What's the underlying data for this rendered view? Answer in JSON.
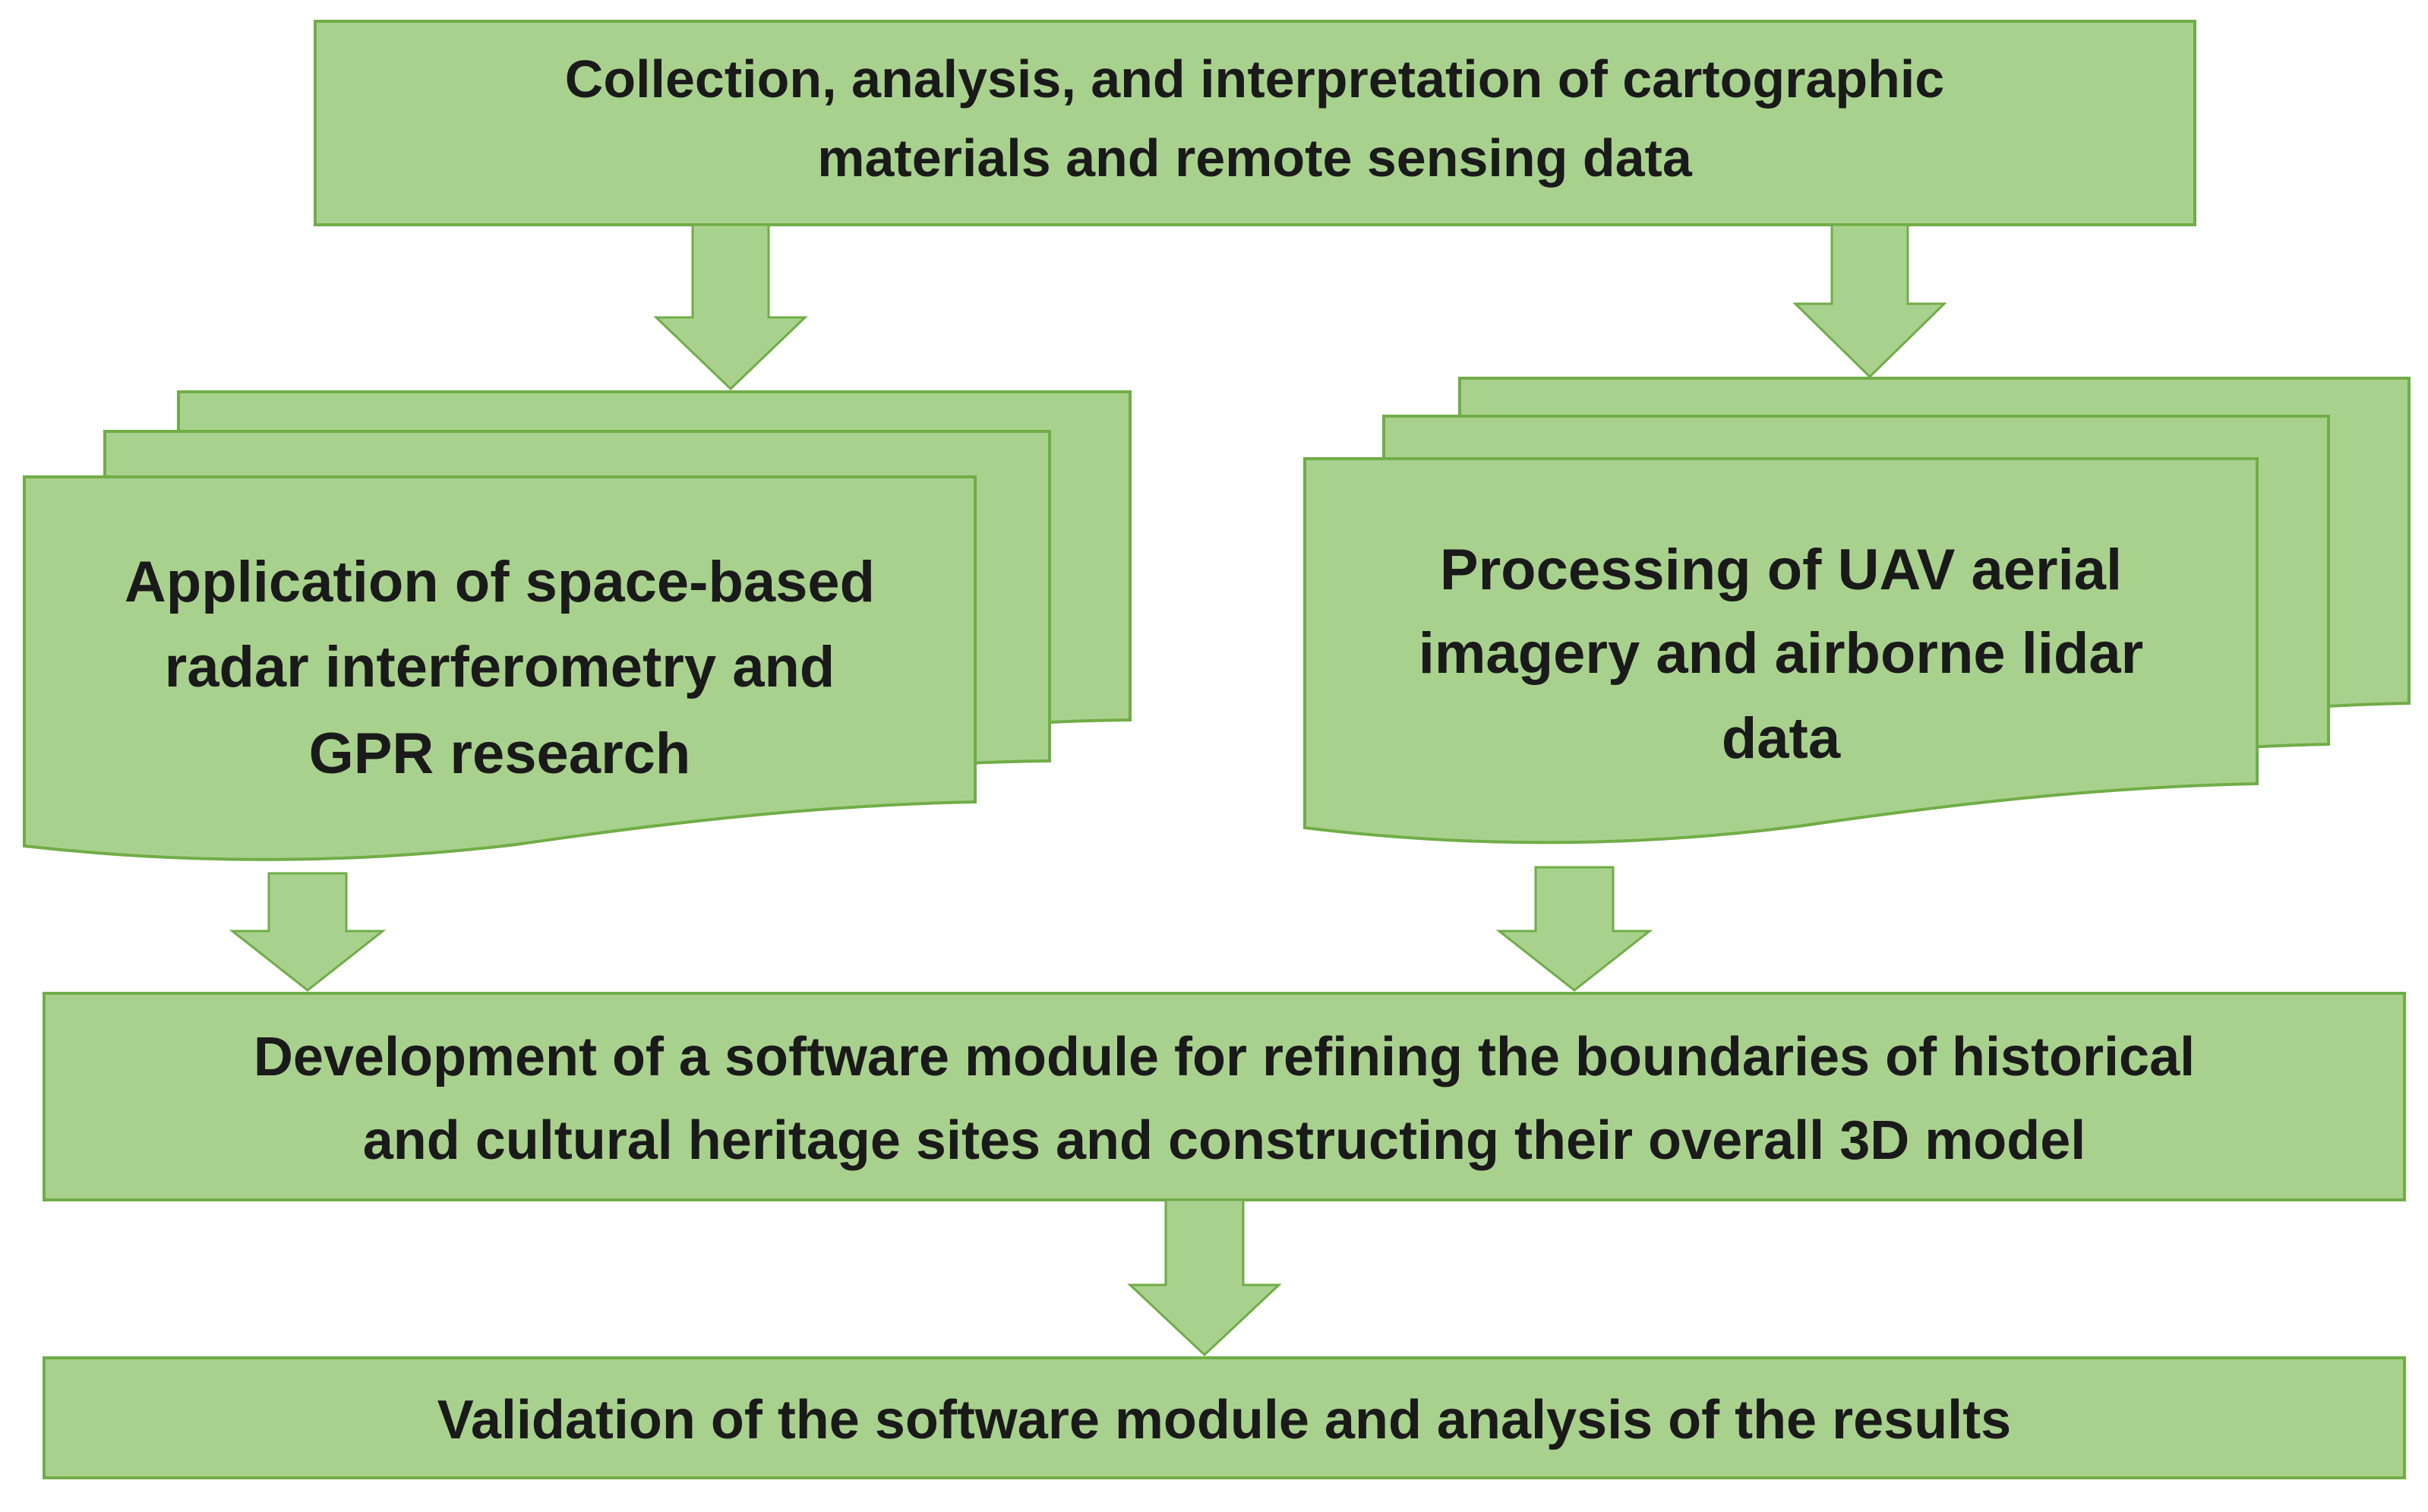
{
  "colors": {
    "fill": "#a9d18e",
    "stroke": "#70ad47",
    "arrow": "#a9d18e",
    "text": "#1a1a1a"
  },
  "diagram": {
    "top_box": {
      "line1": "Collection, analysis, and interpretation of cartographic",
      "line2": "materials and remote sensing data"
    },
    "left_doc": {
      "line1": "Application of space-based",
      "line2": "radar interferometry and",
      "line3": "GPR research"
    },
    "right_doc": {
      "line1": "Processing of UAV aerial",
      "line2": "imagery and airborne lidar",
      "line3": "data"
    },
    "dev_box": {
      "line1": "Development of a software module for refining the boundaries of historical",
      "line2": "and cultural heritage sites and constructing their overall 3D model"
    },
    "validation_box": {
      "line1": "Validation of the software module and analysis of the results"
    }
  }
}
